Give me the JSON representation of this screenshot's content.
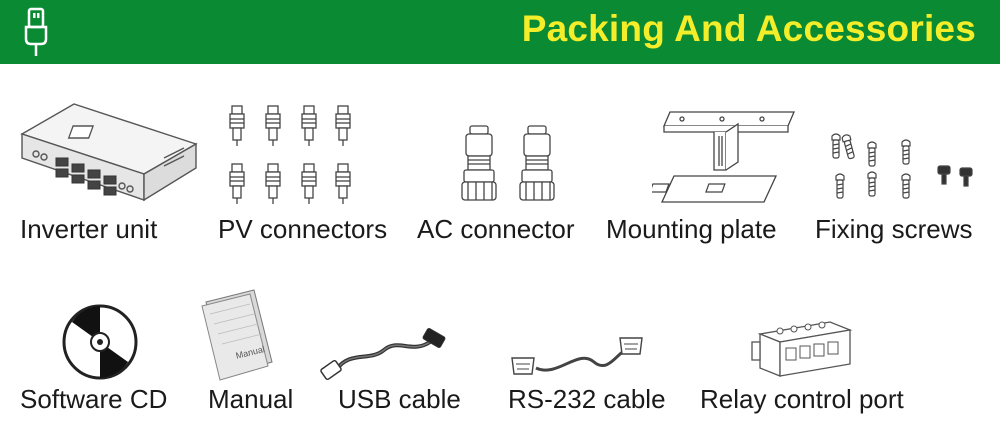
{
  "header": {
    "title": "Packing And Accessories",
    "background_color": "#0a8a32",
    "title_color": "#f4ee2a",
    "icon": "usb-plug-icon"
  },
  "items": [
    {
      "label": "Inverter unit",
      "icon": "inverter-unit-illustration"
    },
    {
      "label": "PV connectors",
      "icon": "pv-connectors-illustration"
    },
    {
      "label": "AC connector",
      "icon": "ac-connector-illustration"
    },
    {
      "label": "Mounting plate",
      "icon": "mounting-plate-illustration"
    },
    {
      "label": "Fixing screws",
      "icon": "fixing-screws-illustration"
    },
    {
      "label": "Software CD",
      "icon": "software-cd-illustration"
    },
    {
      "label": "Manual",
      "icon": "manual-illustration",
      "image_text": "Manual"
    },
    {
      "label": "USB cable",
      "icon": "usb-cable-illustration"
    },
    {
      "label": "RS-232 cable",
      "icon": "rs232-cable-illustration"
    },
    {
      "label": "Relay control port",
      "icon": "relay-control-port-illustration"
    }
  ]
}
